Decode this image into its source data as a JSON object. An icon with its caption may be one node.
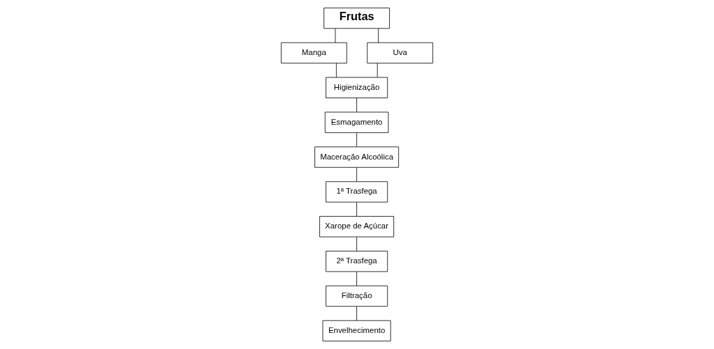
{
  "diagram": {
    "nodes": [
      {
        "text": [
          "Frutas"
        ]
      },
      {
        "text": [
          "Manga"
        ]
      },
      {
        "text": [
          "Uva"
        ]
      },
      {
        "text": [
          "Higienização"
        ]
      },
      {
        "text": [
          "Esmagamento"
        ]
      },
      {
        "text": [
          "Maceração Alcoólica"
        ]
      },
      {
        "text": [
          "1ª Trasfega"
        ]
      },
      {
        "text": [
          "Xarope de Açúcar"
        ]
      },
      {
        "text": [
          "2ª Trasfega"
        ]
      },
      {
        "text": [
          "Filtração"
        ]
      },
      {
        "text": [
          "Envelhecimento"
        ]
      }
    ],
    "edges": [
      {
        "from": 0,
        "to": 1,
        "arrow": "none"
      },
      {
        "from": 0,
        "to": 2,
        "arrow": "none"
      },
      {
        "from": 1,
        "to": 3,
        "arrow": "none"
      },
      {
        "from": 2,
        "to": 3,
        "arrow": "none"
      },
      {
        "from": 3,
        "to": 4,
        "arrow": "none"
      },
      {
        "from": 4,
        "to": 5,
        "arrow": "none"
      },
      {
        "from": 5,
        "to": 6,
        "arrow": "none"
      },
      {
        "from": 6,
        "to": 7,
        "arrow": "none"
      },
      {
        "from": 7,
        "to": 8,
        "arrow": "none"
      },
      {
        "from": 8,
        "to": 9,
        "arrow": "none"
      },
      {
        "from": 9,
        "to": 10,
        "arrow": "none"
      }
    ]
  }
}
